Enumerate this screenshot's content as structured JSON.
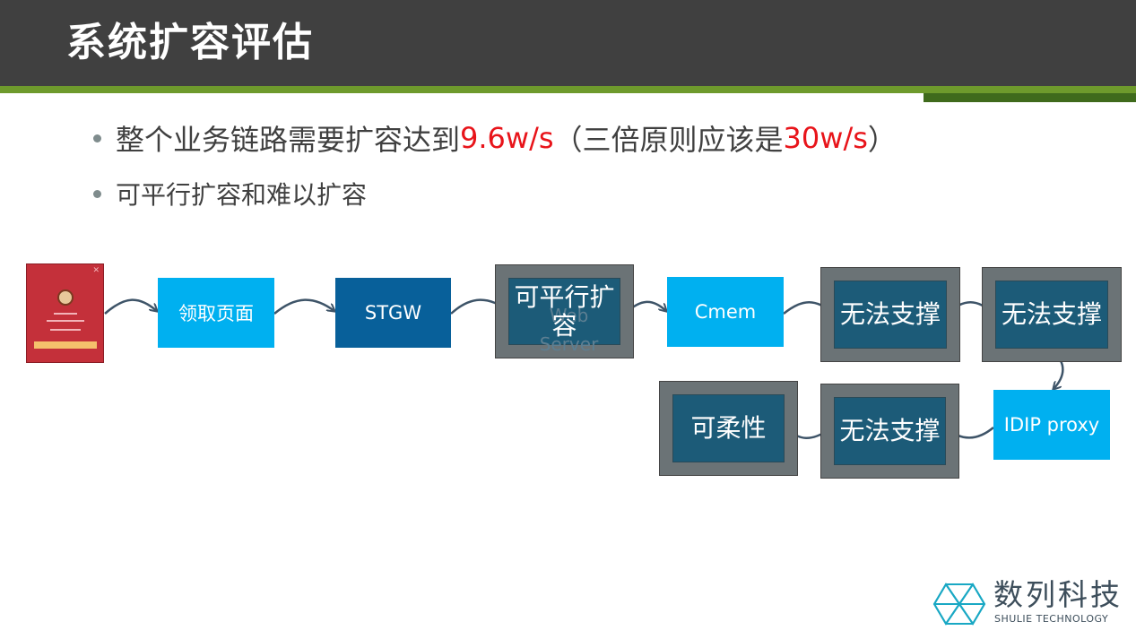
{
  "header": {
    "title": "系统扩容评估"
  },
  "bullets": [
    {
      "prefix": "整个业务链路需要扩容达到",
      "hl1": "9.6w/s",
      "middle": "（三倍原则应该是",
      "hl2": "30w/s",
      "suffix": "）"
    },
    {
      "text": "可平行扩容和难以扩容"
    }
  ],
  "diagram": {
    "nodes": {
      "landing": "领取页面",
      "stgw": "STGW",
      "web": {
        "label": "可平行扩容",
        "behind": "Web Server"
      },
      "cmem": "Cmem",
      "n1": "无法支撑",
      "n2": "无法支撑",
      "idip": "IDIP proxy",
      "n3": "无法支撑",
      "flex": "可柔性"
    }
  },
  "logo": {
    "name_cn": "数列科技",
    "name_en": "SHULIE TECHNOLOGY"
  },
  "colors": {
    "header": "#404040",
    "accent_green": "#6e9a2c",
    "highlight_red": "#e8141a",
    "node_light": "#00b0f0",
    "node_dark": "#08609a",
    "node_teal": "#1c5b78",
    "frame_gray": "#6b7376"
  }
}
